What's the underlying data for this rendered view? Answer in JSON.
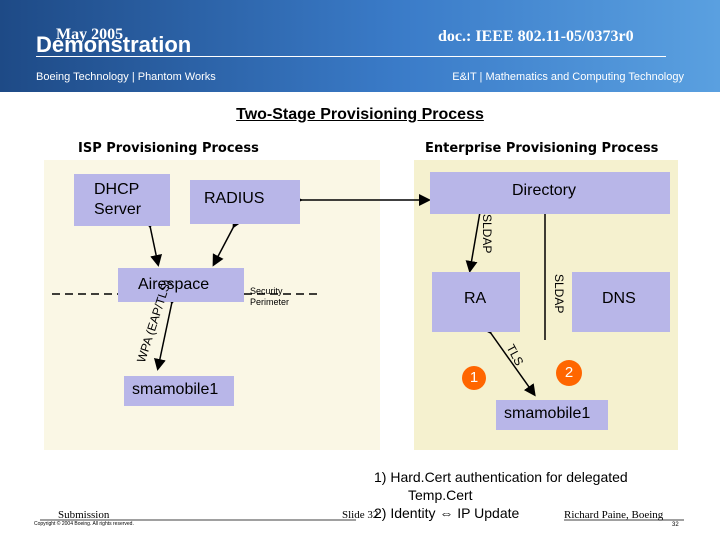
{
  "header": {
    "date": "May 2005",
    "doc": "doc.: IEEE 802.11-05/0373r0",
    "title": "Demonstration",
    "left_subtitle": "Boeing Technology | Phantom Works",
    "right_subtitle": "E&IT | Mathematics and Computing Technology"
  },
  "main_title": "Two-Stage Provisioning Process",
  "isp": {
    "title": "ISP Provisioning Process",
    "dhcp": "DHCP Server",
    "radius": "RADIUS",
    "airespace": "Airespace",
    "security": "Security Perimeter",
    "wpa": "WPA (EAP/TLS)",
    "client": "smamobile1"
  },
  "enterprise": {
    "title": "Enterprise Provisioning Process",
    "directory": "Directory",
    "ra": "RA",
    "dns": "DNS",
    "sldap": "SLDAP",
    "tls": "TLS",
    "step1": "1",
    "step2": "2",
    "client": "smamobile1"
  },
  "notes": {
    "line1": "1)  Hard.Cert authentication for delegated",
    "line1b": "Temp.Cert",
    "line2_prefix": "2)  Identity",
    "arrow": "⇔",
    "line2_suffix": "IP Update"
  },
  "footer": {
    "submission": "Submission",
    "copyright": "Copyright © 2004 Boeing. All rights reserved.",
    "slide": "Slide 32",
    "author": "Richard Paine, Boeing",
    "page": "32"
  },
  "colors": {
    "header": "#2a5fa8",
    "panel": "#f5f1cf",
    "box": "#b8b6e8",
    "step": "#ff6600"
  }
}
